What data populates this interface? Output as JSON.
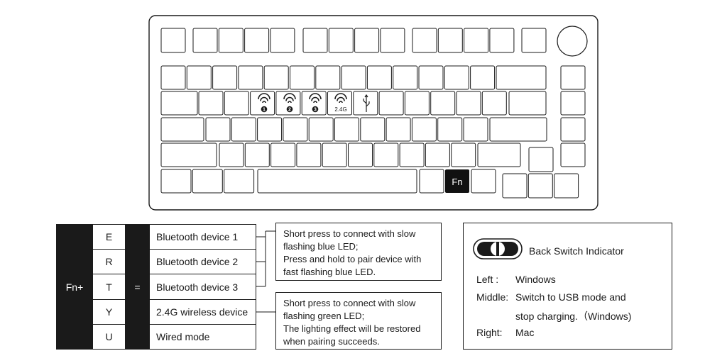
{
  "keyboard": {
    "fn_key_label": "Fn",
    "mode_keys": [
      {
        "icon": "wifi-icon",
        "badge": "1"
      },
      {
        "icon": "wifi-icon",
        "badge": "2"
      },
      {
        "icon": "wifi-icon",
        "badge": "3"
      },
      {
        "icon": "wifi-icon",
        "badge": "2.4G"
      },
      {
        "icon": "usb-icon",
        "badge": ""
      }
    ]
  },
  "fn_table": {
    "modifier": "Fn+",
    "equals": "=",
    "rows": [
      {
        "key": "E",
        "function": "Bluetooth device 1"
      },
      {
        "key": "R",
        "function": "Bluetooth device 2"
      },
      {
        "key": "T",
        "function": "Bluetooth device 3"
      },
      {
        "key": "Y",
        "function": "2.4G wireless device"
      },
      {
        "key": "U",
        "function": "Wired mode"
      }
    ]
  },
  "notes": {
    "bluetooth": [
      "Short press to connect with slow",
      "flashing blue LED;",
      "Press and hold to pair device with",
      "fast flashing blue LED."
    ],
    "wireless": [
      "Short press to connect with slow",
      "flashing green LED;",
      "The lighting effect will be restored",
      "when pairing succeeds."
    ]
  },
  "back_switch": {
    "title": "Back Switch Indicator",
    "left_label": "Left :",
    "left_value": "Windows",
    "middle_label": "Middle:",
    "middle_value_1": "Switch to USB mode and",
    "middle_value_2": "stop charging.（Windows)",
    "right_label": "Right:",
    "right_value": "Mac"
  }
}
